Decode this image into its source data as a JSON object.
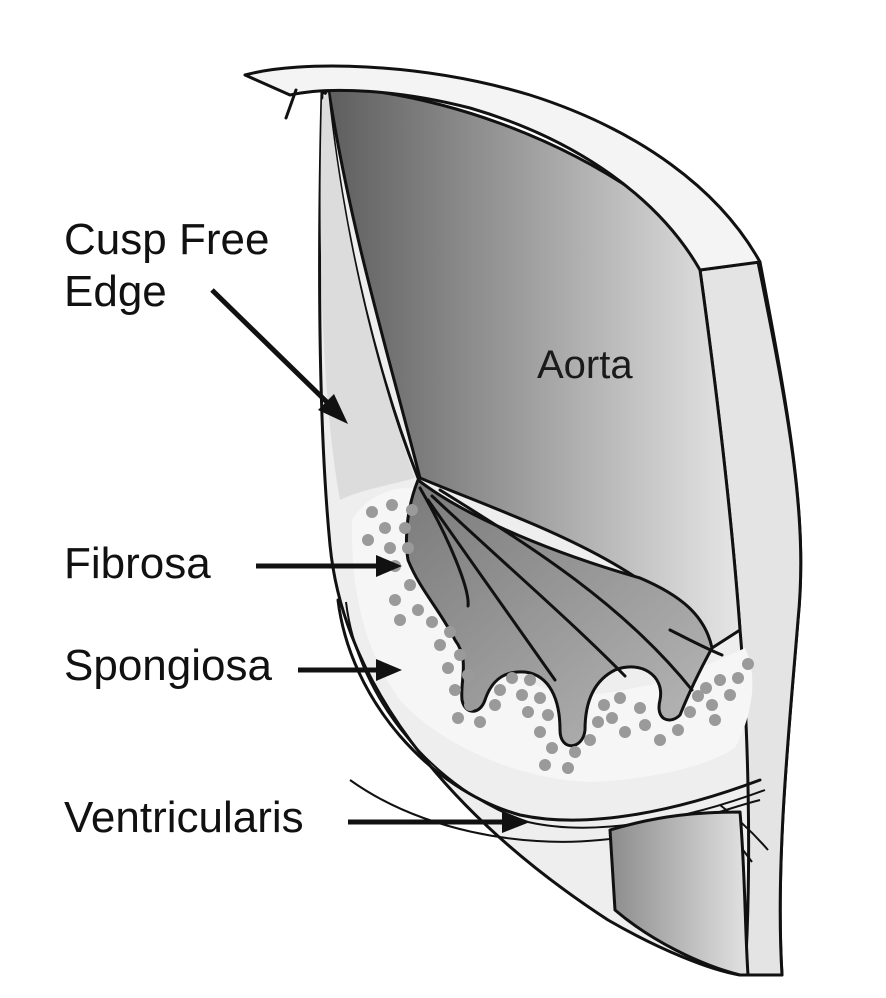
{
  "labels": {
    "cusp_free_edge_line1": "Cusp Free",
    "cusp_free_edge_line2": "Edge",
    "aorta": "Aorta",
    "fibrosa": "Fibrosa",
    "spongiosa": "Spongiosa",
    "ventricularis": "Ventricularis"
  },
  "colors": {
    "ink": "#111111",
    "aorta_wall_dark": "#6e6e6e",
    "aorta_wall_light": "#e9e9e9",
    "tissue": "#efefef",
    "fibrosa_dots": "#9a9a9a"
  }
}
